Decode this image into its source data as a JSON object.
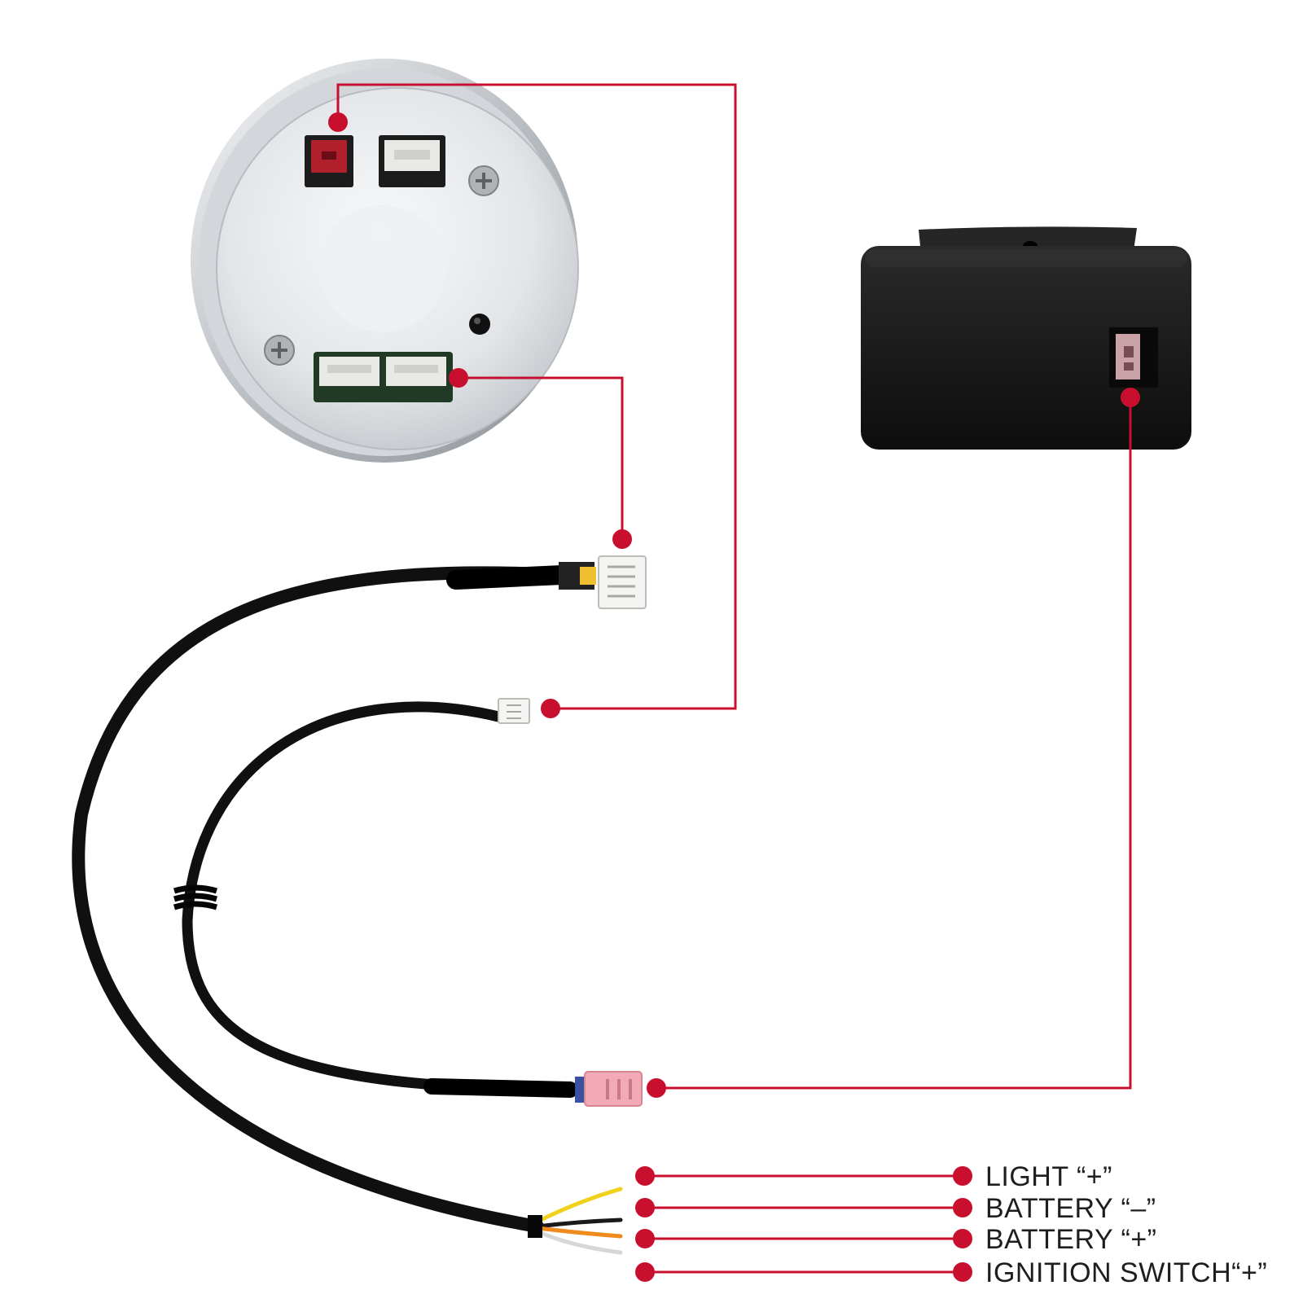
{
  "colors": {
    "accent_red": "#c8102e",
    "gauge_body": "#e4e7ea",
    "module_body": "#161616",
    "cable": "#101010",
    "wire_yellow": "#f0d21c",
    "wire_orange": "#ef8a1c",
    "wire_black": "#1a1a1a",
    "wire_white": "#eeeeee",
    "pink_plug": "#f2aab6"
  },
  "icons": {
    "gauge": "gauge-back-icon",
    "module": "control-module-icon",
    "plug": "connector-plug-icon",
    "node": "connection-dot-icon"
  },
  "labels": {
    "light_plus": "LIGHT “+”",
    "battery_minus": "BATTERY “–”",
    "battery_plus": "BATTERY “+”",
    "ignition_plus": "IGNITION SWITCH“+”"
  }
}
